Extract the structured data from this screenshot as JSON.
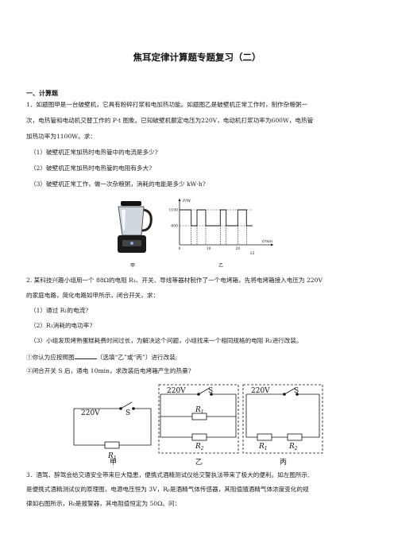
{
  "title": "焦耳定律计算题专题复习（二）",
  "section": "一、计算题",
  "q1": {
    "line1": "1．如题图甲是一台破壁机，它具有粉碎打浆和电加热功能。如题图乙是破壁机正常工作时，制作杂粮粥一",
    "line2": "次，电热管和电动机交替工作的 P-t 图象。已知破壁机额定电压为220V，电动机打浆功率为600W，电热管",
    "line3": "加热功率为1100W。求：",
    "s1": "（1）破壁机正常加热时电热管中的电流是多少?",
    "s2": "（2）破壁机正常加热时电热管的电阻有多大?",
    "s3": "（3）破壁机正常工作，做一次杂粮粥，消耗的电能是多少 kW·h?",
    "fig_label_a": "甲",
    "fig_label_b": "乙"
  },
  "q1_chart": {
    "ylabel": "P/W",
    "xlabel": "t/min",
    "y_ticks": [
      "1100",
      "600"
    ],
    "x_ticks": [
      "0",
      "10",
      "20",
      "25"
    ]
  },
  "chart_data": {
    "type": "line",
    "xlabel": "t/min",
    "ylabel": "P/W",
    "x_ticks": [
      0,
      10,
      20,
      25
    ],
    "y_ticks": [
      600,
      1100
    ],
    "series": [
      {
        "x": [
          0,
          4,
          4,
          6,
          6,
          9,
          9,
          14,
          14,
          16,
          16,
          20,
          20,
          23,
          23,
          25
        ],
        "y": [
          1100,
          1100,
          600,
          600,
          1100,
          1100,
          600,
          600,
          1100,
          1100,
          600,
          600,
          1100,
          1100,
          600,
          600
        ]
      }
    ]
  },
  "q2": {
    "line1": "2. 某科技兴趣小组用一个 88Ω的电阻 R₁、开关、导线等器材制作了一个电烤箱，先将电烤箱接入电压为 220V",
    "line2": "的家庭电路，简化电路如甲所示，闭合开关，求：",
    "s1": "（1）通过 R₁的电流?",
    "s2": "（2）R₁消耗的电功率?",
    "s3": "（3）小组发现烤熟蛋糕耗费时间过长，为解决这个问题，小组找来一个相同规格的电阻 R₂进行改装。",
    "s3a_pre": "①你认为应按照图",
    "s3a_post": "（选填“乙”或“丙”）进行改装;",
    "s3b": "②闭合开关 S 后，通电 10min，求改装后电烤箱产生的热量?",
    "circuits": {
      "voltage": "220V",
      "switch": "S",
      "r1": "R",
      "r1_sub": "1",
      "r2": "R",
      "r2_sub": "2",
      "label_a": "甲",
      "label_b": "乙",
      "label_c": "丙"
    }
  },
  "q3": {
    "line1": "3．酒驾、醉驾会给交通安全带来巨大隐患，便携式酒精测试仪给交警执法带来了极大的便利。如左图所示,",
    "line2": "是便携式酒精测试仪的原理图，电源电压恒为 3V，Rₚ是酒精气体传感器，其阻值随酒精气体浓度变化的规",
    "line3": "律如右图所示，R₀是报警器，其电阻值恒定为 50Ω。问："
  }
}
